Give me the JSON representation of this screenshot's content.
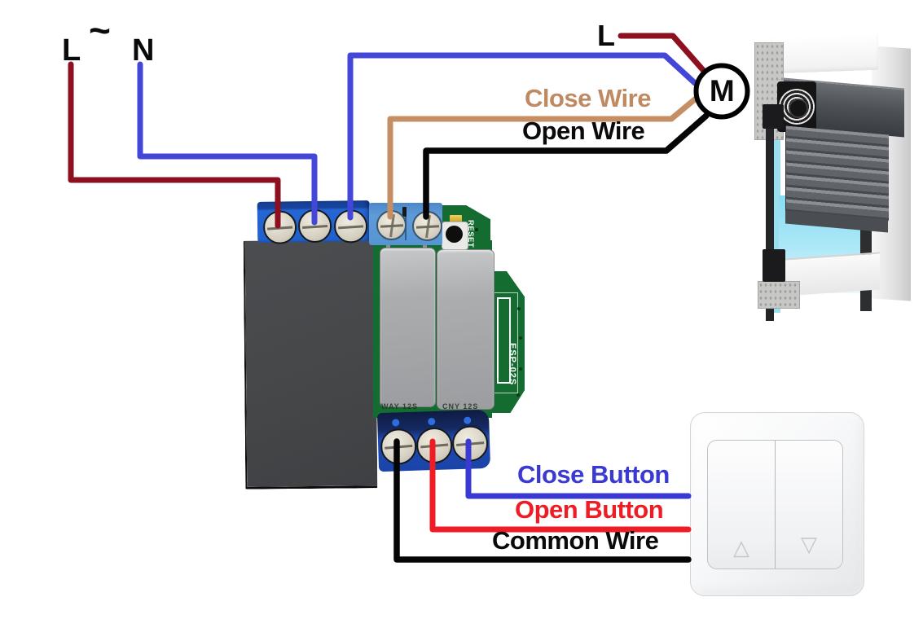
{
  "labels": {
    "line_left": "L",
    "ac_tilde": "~",
    "neutral": "N",
    "line_right": "L",
    "motor": "M",
    "close_wire": "Close Wire",
    "open_wire": "Open Wire",
    "close_button": "Close Button",
    "open_button": "Open Button",
    "common_wire": "Common Wire"
  },
  "module": {
    "reset_label": "RESET",
    "chip_label": "ESP-02S",
    "silkscreen_left": "WAY 12S",
    "silkscreen_right": "CNY 12S"
  },
  "switch_panel": {
    "up_arrow": "△",
    "down_arrow": "▽"
  },
  "colors": {
    "live_wire": "#8c1020",
    "neutral_wire": "#4446d8",
    "close_motor_wire": "#c68e63",
    "open_motor_wire": "#050505",
    "close_button_wire": "#3a3ad2",
    "open_button_wire": "#ee1c24",
    "common_wire": "#050505",
    "motor_ring": "#000000",
    "close_wire_label": "#bf8a62",
    "close_button_label": "#3a3ad2",
    "open_button_label": "#ee1c24"
  }
}
